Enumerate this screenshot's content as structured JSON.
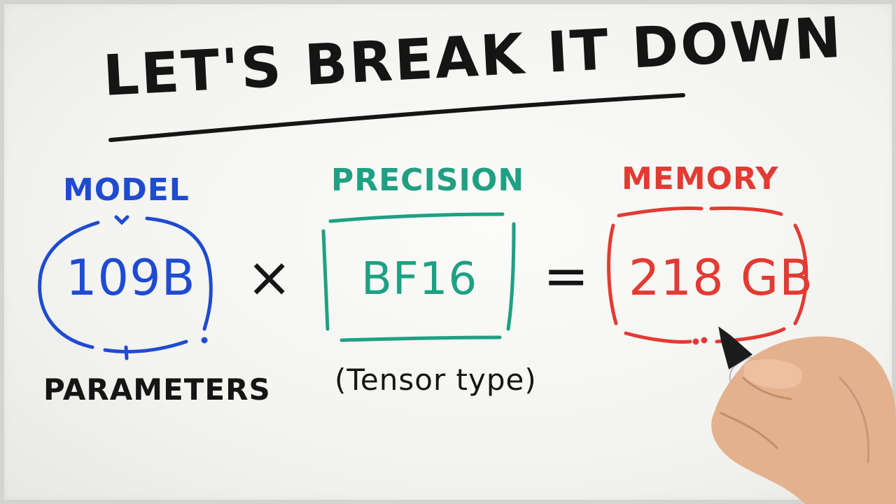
{
  "headline": "LET'S BREAK IT DOWN",
  "terms": {
    "params": {
      "label": "MODEL",
      "value": "109B",
      "sublabel": "PARAMETERS",
      "color": "#1f4bd1"
    },
    "precision": {
      "label": "PRECISION",
      "value": "BF16",
      "sublabel": "(Tensor type)",
      "color": "#1fa083"
    },
    "memory": {
      "label": "MEMORY",
      "value": "218 GB",
      "color": "#e23b33"
    }
  },
  "operators": {
    "times": "×",
    "equals": "="
  },
  "icons": {
    "hand": "hand-holding-marker-icon"
  }
}
